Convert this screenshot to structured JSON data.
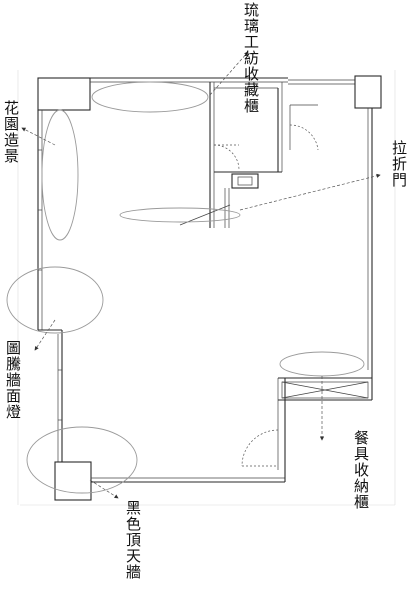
{
  "annotations": {
    "glass_cabinet": "琉璃工紡收藏櫃",
    "garden": "花園造景",
    "folding_door": "拉折門",
    "totem_wall_light": "圖騰牆面燈",
    "dining_storage": "餐具收納櫃",
    "black_ceiling": "黑色頂天牆"
  }
}
